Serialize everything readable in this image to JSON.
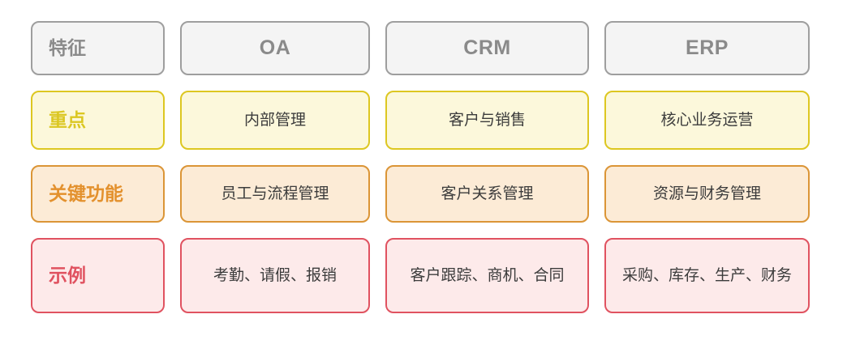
{
  "table": {
    "columns": [
      {
        "key": "feature",
        "label": "特征"
      },
      {
        "key": "oa",
        "label": "OA"
      },
      {
        "key": "crm",
        "label": "CRM"
      },
      {
        "key": "erp",
        "label": "ERP"
      }
    ],
    "rows": [
      {
        "label": "重点",
        "theme": "yellow",
        "cells": [
          "内部管理",
          "客户与销售",
          "核心业务运营"
        ]
      },
      {
        "label": "关键功能",
        "theme": "orange",
        "cells": [
          "员工与流程管理",
          "客户关系管理",
          "资源与财务管理"
        ]
      },
      {
        "label": "示例",
        "theme": "red",
        "cells": [
          "考勤、请假、报销",
          "客户跟踪、商机、合同",
          "采购、库存、生产、财务"
        ]
      }
    ]
  },
  "colors": {
    "header_fill": "#F4F4F4",
    "header_border": "#9E9E9E",
    "header_text": "#8A8A8A",
    "yellow_fill": "#FCF8DB",
    "yellow_border": "#DDC721",
    "yellow_text": "#DBC722",
    "orange_fill": "#FCEBD6",
    "orange_border": "#DB9536",
    "orange_text": "#E3912E",
    "red_fill": "#FDEAEA",
    "red_border": "#E05260",
    "red_text": "#E05260",
    "body_text": "#3C3C3C",
    "page_background": "#FFFFFF"
  }
}
